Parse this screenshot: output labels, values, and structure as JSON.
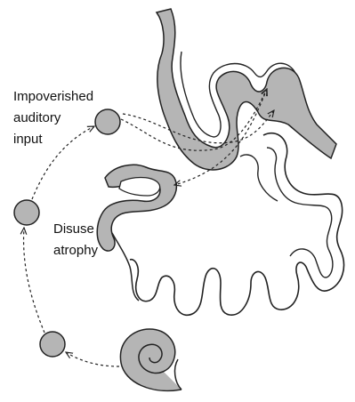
{
  "labels": {
    "impoverished_line1": "Impoverished",
    "impoverished_line2": "auditory",
    "impoverished_line3": "input",
    "disuse_line1": "Disuse",
    "disuse_line2": "atrophy"
  },
  "colors": {
    "gray_fill": "#b5b5b5",
    "stroke": "#222222",
    "white": "#ffffff"
  },
  "icons": {
    "cochlea": "cochlea-spiral-icon",
    "relay_node": "neural-relay-node-icon"
  }
}
